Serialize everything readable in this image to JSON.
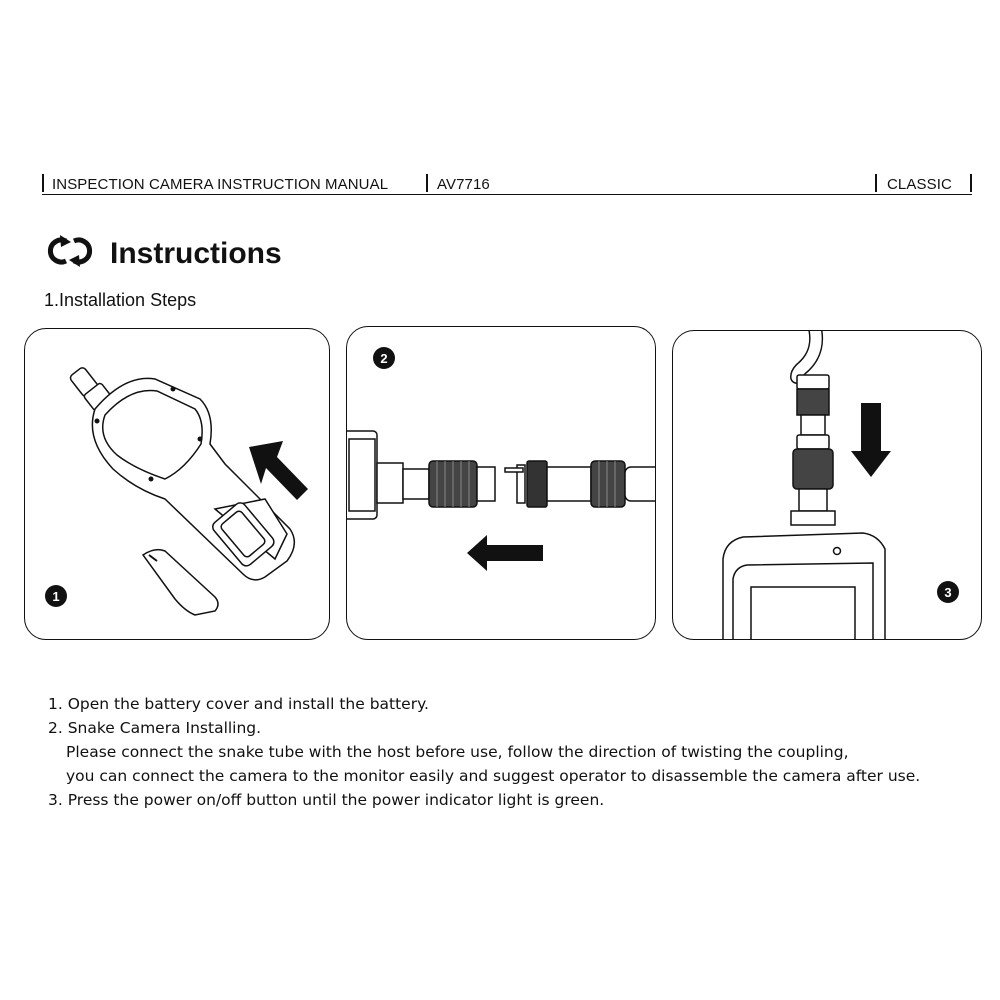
{
  "header": {
    "manual_title": "INSPECTION CAMERA INSTRUCTION MANUAL",
    "model": "AV7716",
    "edition": "CLASSIC"
  },
  "page": {
    "title_icon": "rotate-arrows-icon",
    "title": "Instructions",
    "section": "1.Installation Steps"
  },
  "figures": [
    {
      "number": "1"
    },
    {
      "number": "2"
    },
    {
      "number": "3"
    }
  ],
  "steps": [
    "1. Open the battery cover and install the battery.",
    "2. Snake Camera Installing.",
    "Please connect the snake tube with the host before use, follow the direction of twisting the coupling,",
    "you can connect the camera to the monitor easily and suggest operator to disassemble the camera after use.",
    "3. Press the power on/off  button until the power indicator light is green."
  ]
}
